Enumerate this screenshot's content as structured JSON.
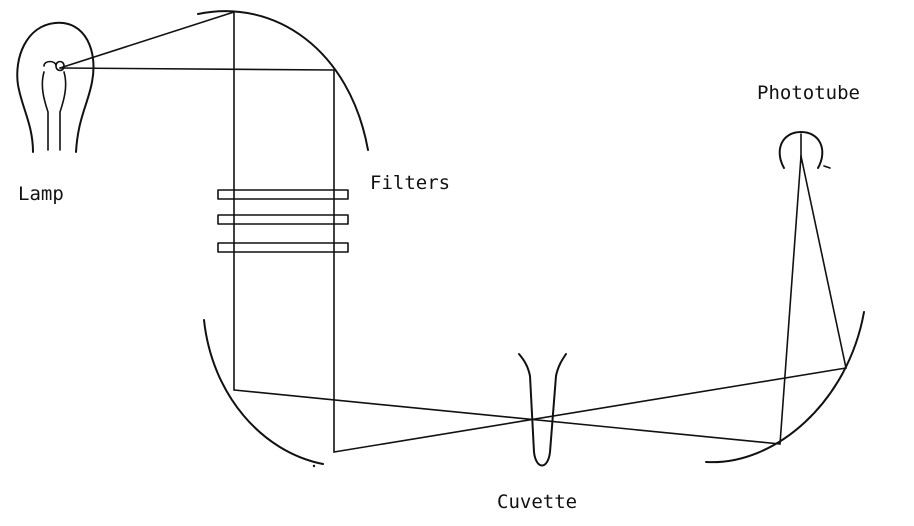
{
  "labels": {
    "lamp": "Lamp",
    "filters": "Filters",
    "phototube": "Phototube",
    "cuvette": "Cuvette"
  }
}
